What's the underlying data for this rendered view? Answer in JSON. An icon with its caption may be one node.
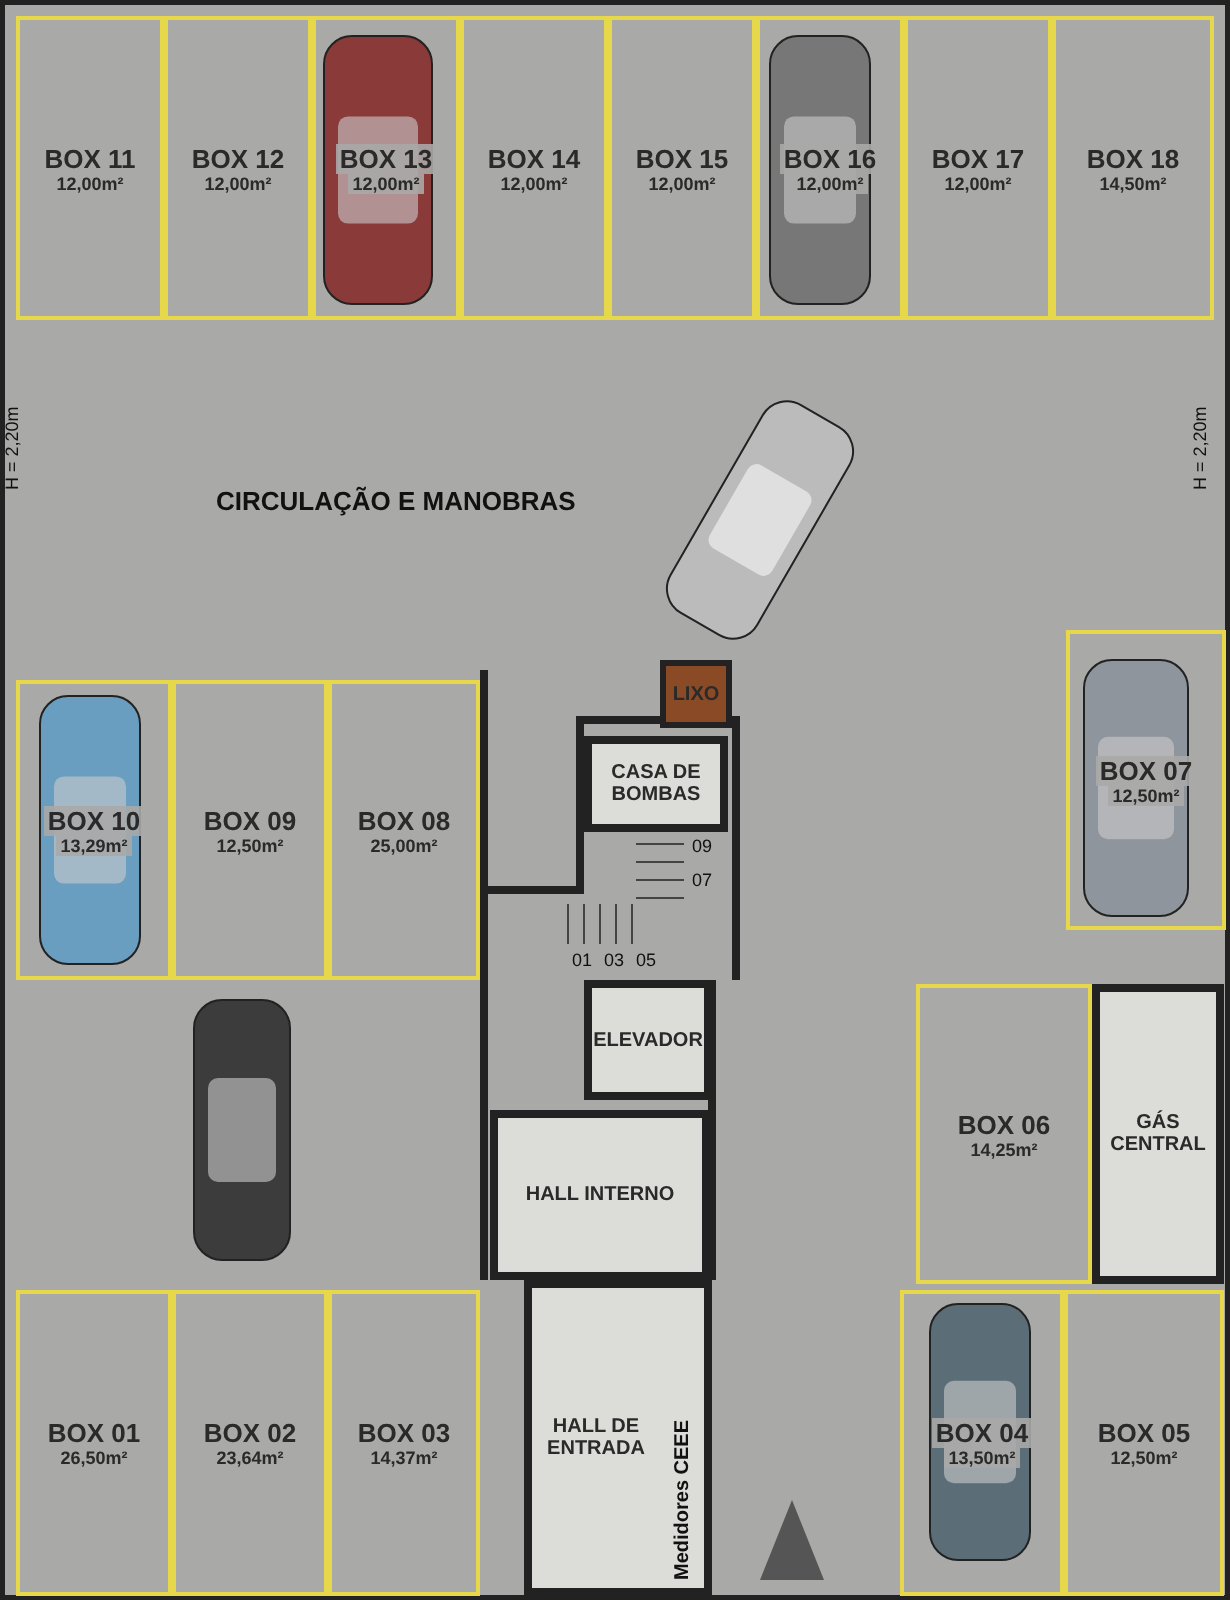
{
  "diagram": {
    "nodes": [
      {
        "text": [
          "BOX 11",
          "12,00m²"
        ]
      },
      {
        "text": [
          "BOX 12",
          "12,00m²"
        ]
      },
      {
        "text": [
          "BOX 13",
          "12,00m²"
        ]
      },
      {
        "text": [
          "BOX 14",
          "12,00m²"
        ]
      },
      {
        "text": [
          "BOX 15",
          "12,00m²"
        ]
      },
      {
        "text": [
          "BOX 16",
          "12,00m²"
        ]
      },
      {
        "text": [
          "BOX 17",
          "12,00m²"
        ]
      },
      {
        "text": [
          "BOX 18",
          "14,50m²"
        ]
      },
      {
        "text": [
          "LIXO"
        ]
      },
      {
        "text": [
          "BOX 10",
          "13,29m²"
        ]
      },
      {
        "text": [
          "BOX 09",
          "12,50m²"
        ]
      },
      {
        "text": [
          "BOX 08",
          "25,00m²"
        ]
      },
      {
        "text": [
          "CASA DE BOMBAS"
        ]
      },
      {
        "text": [
          "BOX 07",
          "12,50m²"
        ]
      },
      {
        "text": [
          "ELEVADOR"
        ]
      },
      {
        "text": [
          "BOX 06",
          "14,25m²"
        ]
      },
      {
        "text": [
          "GÁS CENTRAL"
        ]
      },
      {
        "text": [
          "HALL INTERNO"
        ]
      },
      {
        "text": [
          "HALL DE ENTRADA"
        ]
      },
      {
        "text": [
          "BOX 01",
          "26,50m²"
        ]
      },
      {
        "text": [
          "BOX 02",
          "23,64m²"
        ]
      },
      {
        "text": [
          "BOX 03",
          "14,37m²"
        ]
      },
      {
        "text": [
          "BOX 04",
          "13,50m²"
        ]
      },
      {
        "text": [
          "BOX 05",
          "12,50m²"
        ]
      }
    ],
    "edges": [],
    "labels": [
      "CIRCULAÇÃO E MANOBRAS",
      "H = 2,20m",
      "H = 2,20m",
      "09",
      "07",
      "01",
      "03",
      "05",
      "Medidores CEEE"
    ]
  }
}
